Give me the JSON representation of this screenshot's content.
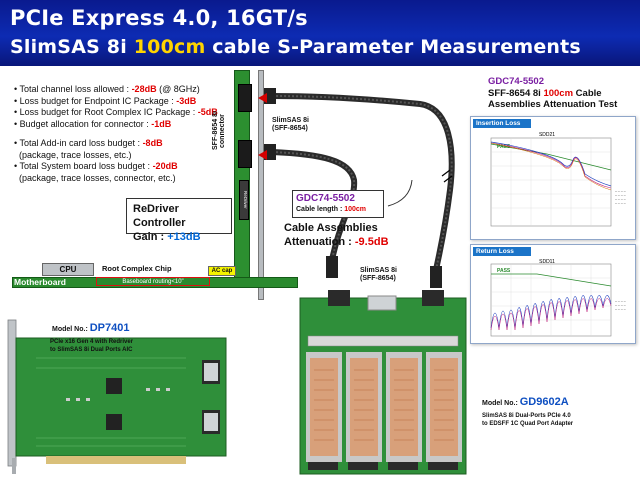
{
  "header": {
    "line1": "PCIe Express 4.0, 16GT/s",
    "line2_pre": "SlimSAS 8i ",
    "line2_highlight": "100cm",
    "line2_post": " cable S-Parameter Measurements"
  },
  "bullets": [
    {
      "pre": "• Total channel loss allowed : ",
      "value": "-28dB",
      "post": " (@ 8GHz)"
    },
    {
      "pre": "• Loss budget for Endpoint IC Package : ",
      "value": "-3dB",
      "post": ""
    },
    {
      "pre": "• Loss budget for Root Complex IC Package : ",
      "value": "-5dB",
      "post": ""
    },
    {
      "pre": "• Budget allocation for connector : ",
      "value": "-1dB",
      "post": ""
    },
    {
      "pre": "",
      "value": "",
      "post": ""
    },
    {
      "pre": "• Total Add-in card loss budget : ",
      "value": "-8dB",
      "post": ""
    },
    {
      "pre": "  (package, trace losses, etc.)",
      "value": "",
      "post": ""
    },
    {
      "pre": "• Total System board loss budget : ",
      "value": "-20dB",
      "post": ""
    },
    {
      "pre": "  (package, trace losses, connector, etc.)",
      "value": "",
      "post": ""
    }
  ],
  "diagram": {
    "motherboard_label": "Motherboard",
    "cpu_label": "CPU",
    "root_complex_label": "Root Complex Chip",
    "baseboard_routing": "Baseboard routing<10\"",
    "ac_cap_label": "AC cap",
    "addin_connector_label": "SFF-8654 8i connector",
    "redriver_chip_label": "ReDriver",
    "slimsas_label_1": "SlimSAS 8i",
    "slimsas_sff_1": "(SFF-8654)",
    "slimsas_label_2": "SlimSAS 8i",
    "slimsas_sff_2": "(SFF-8654)",
    "redriver_title": "ReDriver Controller",
    "redriver_gain_label": "Gain : ",
    "redriver_gain_value": "+13dB"
  },
  "cable_callout": {
    "model": "GDC74-5502",
    "length_label": "Cable length : ",
    "length_value": "100cm",
    "title": "Cable Assemblies",
    "atten_label": "Attenuation : ",
    "atten_value": "-9.5dB"
  },
  "test_callout": {
    "model": "GDC74-5502",
    "line2_pre": "SFF-8654 8i ",
    "line2_highlight": "100cm",
    "line2_post": " Cable",
    "line3": "Assemblies Attenuation Test"
  },
  "plots": {
    "insertion": {
      "tab": "Insertion Loss",
      "title": "SDD21",
      "pass": "PASS"
    },
    "return": {
      "tab": "Return Loss",
      "title": "SDD11",
      "pass": "PASS"
    }
  },
  "products": {
    "dp": {
      "model_label": "Model No.: ",
      "model": "DP7401",
      "desc1": "PCIe x16 Gen 4 with Redriver",
      "desc2": "to SlimSAS 8i Dual Ports AIC"
    },
    "gd": {
      "model_label": "Model No.: ",
      "model": "GD9602A",
      "desc1": "SlimSAS 8i Dual-Ports PCIe 4.0",
      "desc2": "to EDSFF 1C Quad Port Adapter"
    }
  },
  "colors": {
    "header_bg": "#0d2bb3",
    "highlight": "#ffd400",
    "loss_red": "#e00000",
    "gain_blue": "#0066d6",
    "pcb_green": "#2c8f30"
  }
}
